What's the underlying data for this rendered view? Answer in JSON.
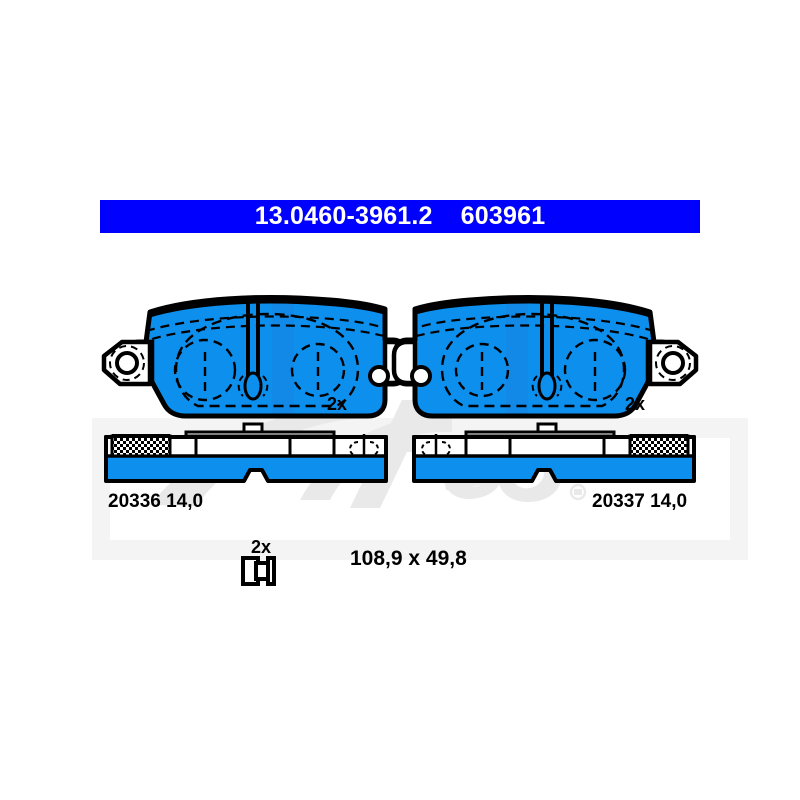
{
  "product": {
    "header": {
      "article_number": "13.0460-3961.2",
      "reference_number": "603961",
      "background_color": "#0000fe",
      "text_color": "#ffffff"
    },
    "brand_watermark": "ate",
    "colors": {
      "pad_blue": "#0d8fee",
      "pad_blue_shade": "#1f7fd4",
      "outline": "#000000",
      "watermark_gray": "#e8e8e8"
    },
    "pads": [
      {
        "name": "left-pad",
        "quantity_label": "2x",
        "wva_label": "20336 14,0",
        "wva_number": "20336",
        "thickness": "14,0",
        "hatch_side": "left"
      },
      {
        "name": "right-pad",
        "quantity_label": "2x",
        "wva_label": "20337 14,0",
        "wva_number": "20337",
        "thickness": "14,0",
        "hatch_side": "right"
      }
    ],
    "accessory": {
      "quantity_label": "2x",
      "icon": "bushing-sleeve-icon"
    },
    "dimensions": {
      "label": "108,9 x 49,8",
      "length_mm": "108,9",
      "height_mm": "49,8"
    }
  }
}
